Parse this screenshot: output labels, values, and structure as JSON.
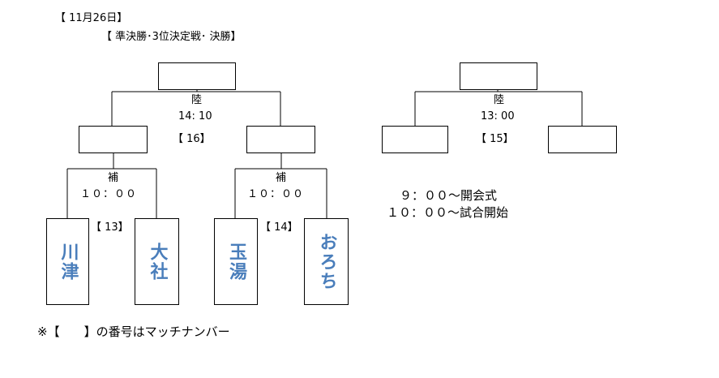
{
  "header": {
    "date": "【 11月26日】",
    "round": "【 準決勝･3位決定戦･ 決勝】"
  },
  "left_bracket": {
    "final": {
      "venue": "陸",
      "time": "14: 10",
      "match_no": "【 16】"
    },
    "semi_a": {
      "venue": "補",
      "time": "１０：００",
      "match_no": "【 13】",
      "teams": [
        "川津",
        "大社"
      ]
    },
    "semi_b": {
      "venue": "補",
      "time": "１０：００",
      "match_no": "【 14】",
      "teams": [
        "玉湯",
        "おろち"
      ]
    }
  },
  "right_bracket": {
    "third_place": {
      "venue": "陸",
      "time": "13: 00",
      "match_no": "【 15】"
    }
  },
  "schedule": [
    "９：００～開会式",
    "１０：００～試合開始"
  ],
  "footnote": "※【　　】の番号はマッチナンバー",
  "colors": {
    "team_text": "#4a7ebb",
    "line": "#000000"
  }
}
